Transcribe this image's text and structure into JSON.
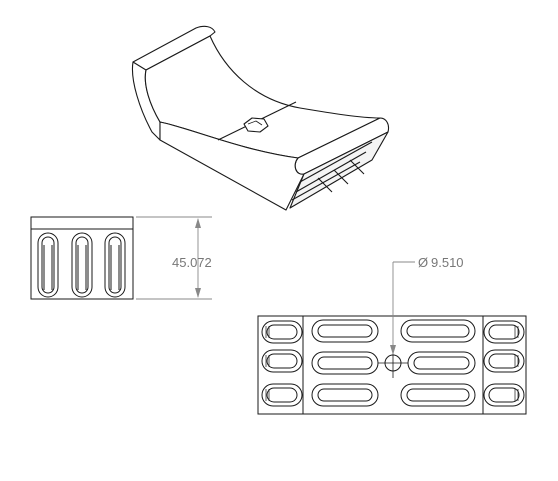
{
  "drawing": {
    "dimension_height": "45.072",
    "dimension_diameter_symbol": "Ø",
    "dimension_diameter": "9.510"
  },
  "colors": {
    "line": "#1a1a1a",
    "dimension_line": "#888888",
    "dimension_text": "#777777",
    "background": "#ffffff"
  }
}
